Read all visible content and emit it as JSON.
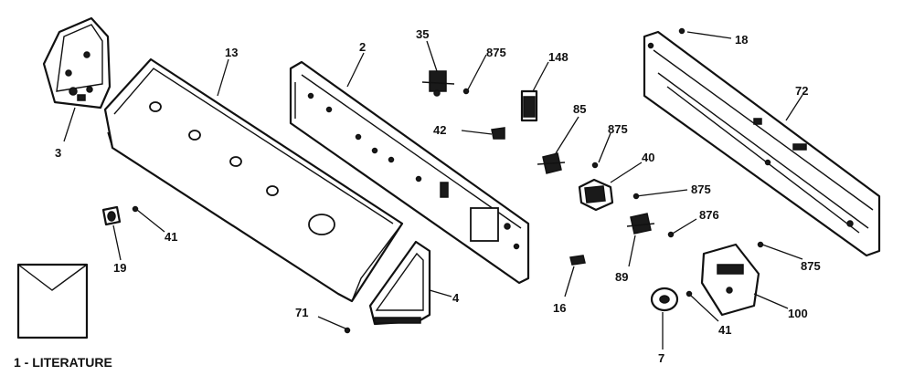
{
  "callouts": {
    "c3": "3",
    "c13": "13",
    "c2": "2",
    "c35": "35",
    "c875a": "875",
    "c148": "148",
    "c42": "42",
    "c85": "85",
    "c875b": "875",
    "c40": "40",
    "c875c": "875",
    "c876": "876",
    "c89": "89",
    "c16": "16",
    "c18": "18",
    "c72": "72",
    "c875d": "875",
    "c100": "100",
    "c41b": "41",
    "c7": "7",
    "c4": "4",
    "c71": "71",
    "c19": "19",
    "c41a": "41"
  },
  "literature": {
    "label": "1 - LITERATURE"
  }
}
